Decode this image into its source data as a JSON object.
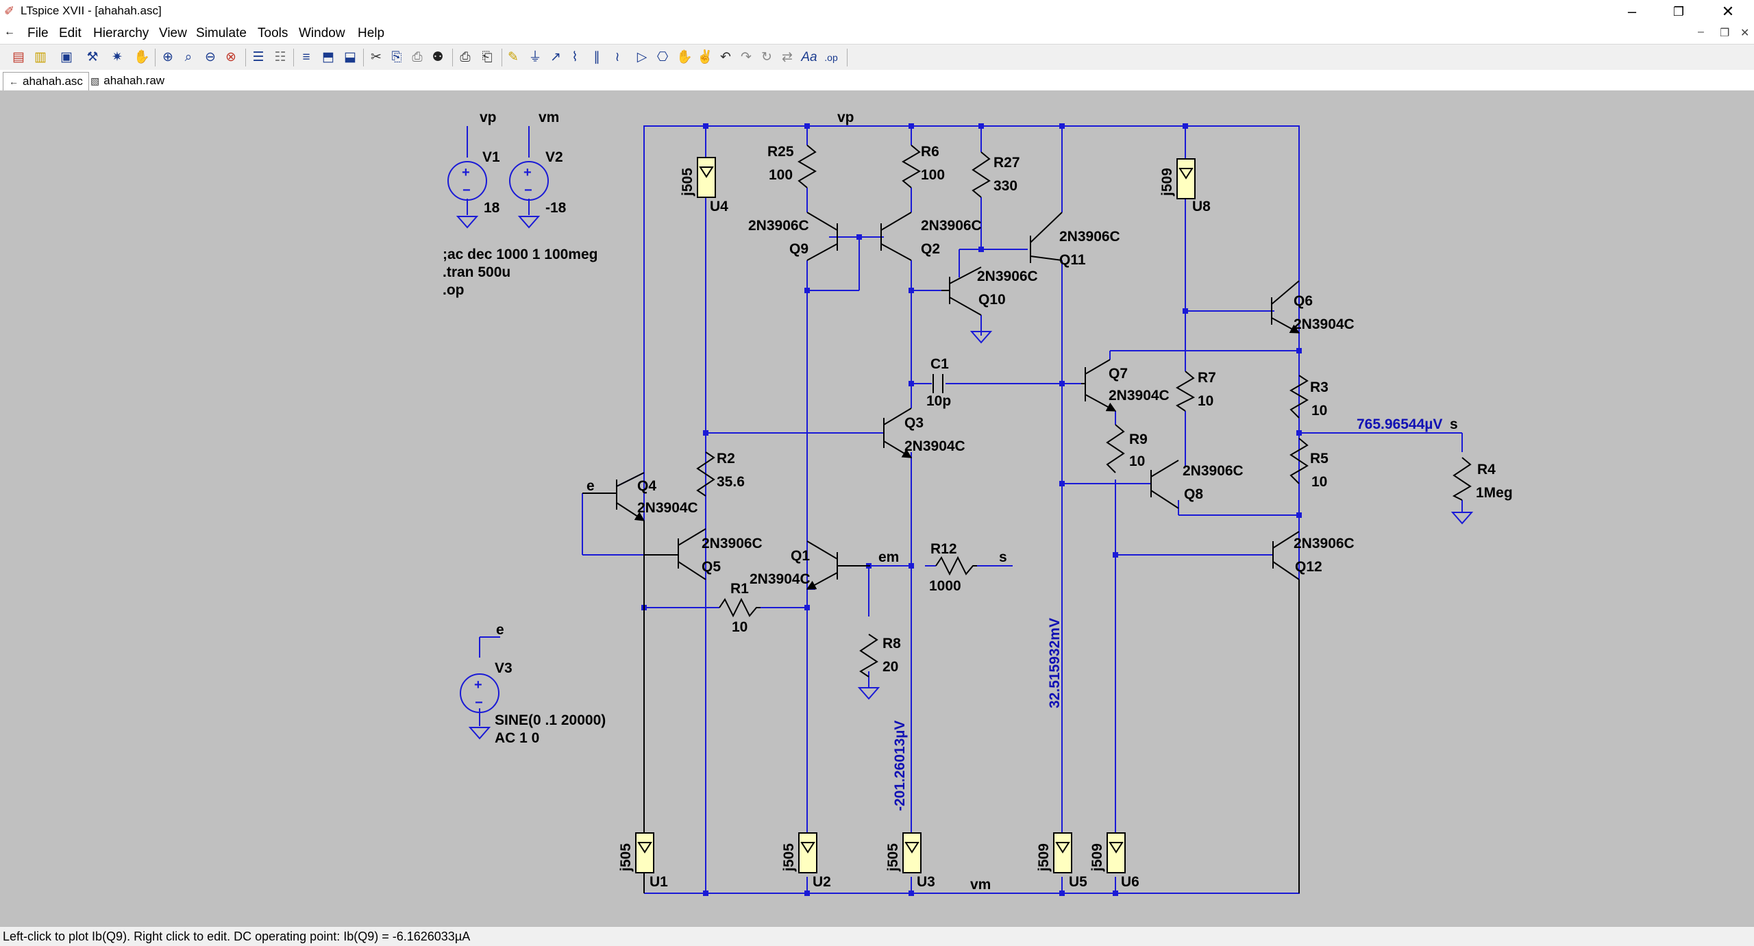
{
  "window": {
    "title": "LTspice XVII - [ahahah.asc]"
  },
  "menu": [
    "File",
    "Edit",
    "Hierarchy",
    "View",
    "Simulate",
    "Tools",
    "Window",
    "Help"
  ],
  "tabs": [
    {
      "label": "ahahah.asc",
      "active": true
    },
    {
      "label": "ahahah.raw",
      "active": false
    }
  ],
  "schematic": {
    "net_labels": [
      "vp",
      "vm",
      "vp",
      "vm",
      "e",
      "e",
      "em",
      "s"
    ],
    "sources": [
      {
        "name": "V1",
        "value": "18"
      },
      {
        "name": "V2",
        "value": "-18"
      },
      {
        "name": "V3",
        "value": "SINE(0 .1 20000)",
        "value2": "AC 1 0"
      }
    ],
    "directives": [
      ";ac dec 1000 1 100meg",
      ".tran 500u",
      ".op"
    ],
    "resistors": [
      {
        "name": "R25",
        "value": "100"
      },
      {
        "name": "R6",
        "value": "100"
      },
      {
        "name": "R27",
        "value": "330"
      },
      {
        "name": "R2",
        "value": "35.6"
      },
      {
        "name": "R1",
        "value": "10"
      },
      {
        "name": "R12",
        "value": "1000"
      },
      {
        "name": "R8",
        "value": "20"
      },
      {
        "name": "R7",
        "value": "10"
      },
      {
        "name": "R9",
        "value": "10"
      },
      {
        "name": "R3",
        "value": "10"
      },
      {
        "name": "R5",
        "value": "10"
      },
      {
        "name": "R4",
        "value": "1Meg"
      }
    ],
    "capacitors": [
      {
        "name": "C1",
        "value": "10p"
      }
    ],
    "transistors": [
      {
        "name": "Q9",
        "model": "2N3906C"
      },
      {
        "name": "Q2",
        "model": "2N3906C"
      },
      {
        "name": "Q11",
        "model": "2N3906C"
      },
      {
        "name": "Q10",
        "model": "2N3906C"
      },
      {
        "name": "Q6",
        "model": "2N3904C"
      },
      {
        "name": "Q7",
        "model": "2N3904C"
      },
      {
        "name": "Q3",
        "model": "2N3904C"
      },
      {
        "name": "Q4",
        "model": "2N3904C"
      },
      {
        "name": "Q5",
        "model": "2N3906C"
      },
      {
        "name": "Q1",
        "model": "2N3904C"
      },
      {
        "name": "Q8",
        "model": "2N3906C"
      },
      {
        "name": "Q12",
        "model": "2N3906C"
      }
    ],
    "jfets": [
      {
        "name": "U4",
        "model": "j505"
      },
      {
        "name": "U8",
        "model": "j509"
      },
      {
        "name": "U1",
        "model": "j505"
      },
      {
        "name": "U2",
        "model": "j505"
      },
      {
        "name": "U3",
        "model": "j505"
      },
      {
        "name": "U5",
        "model": "j509"
      },
      {
        "name": "U6",
        "model": "j509"
      }
    ],
    "annotations": [
      "765.96544µV",
      "32.515932mV",
      "-201.26013µV"
    ]
  },
  "status": {
    "text": "Left-click to plot Ib(Q9).  Right click to edit.  DC operating point: Ib(Q9) = -6.1626033µA"
  },
  "colors": {
    "canvas": "#c0c0c0",
    "wire": "#1a1ad6",
    "component": "#000000",
    "annotation": "#1010b4",
    "jfet_fill": "#ffffc0"
  }
}
